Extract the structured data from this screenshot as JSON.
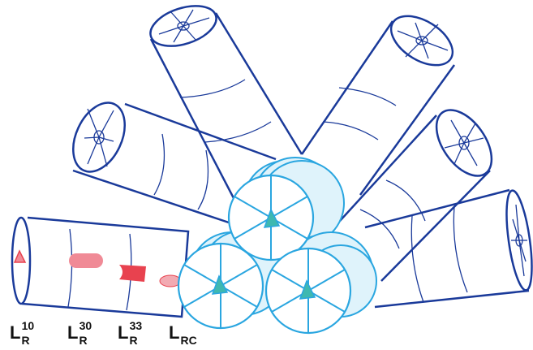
{
  "labels": [
    {
      "main": "L",
      "sub": "R",
      "sup": "10"
    },
    {
      "main": "L",
      "sub": "R",
      "sup": "30"
    },
    {
      "main": "L",
      "sub": "R",
      "sup": "33"
    },
    {
      "main": "L",
      "sub": "RC",
      "sup": ""
    }
  ],
  "colors": {
    "outline": "#1a3a9a",
    "inner_line": "#2a4aa8",
    "ring_stroke": "#2aa6e0",
    "ring_fill": "#dff3fb",
    "marker_fill": "#3fb8b0",
    "highlight_pink": "#f08a96",
    "highlight_red": "#e8424f"
  }
}
